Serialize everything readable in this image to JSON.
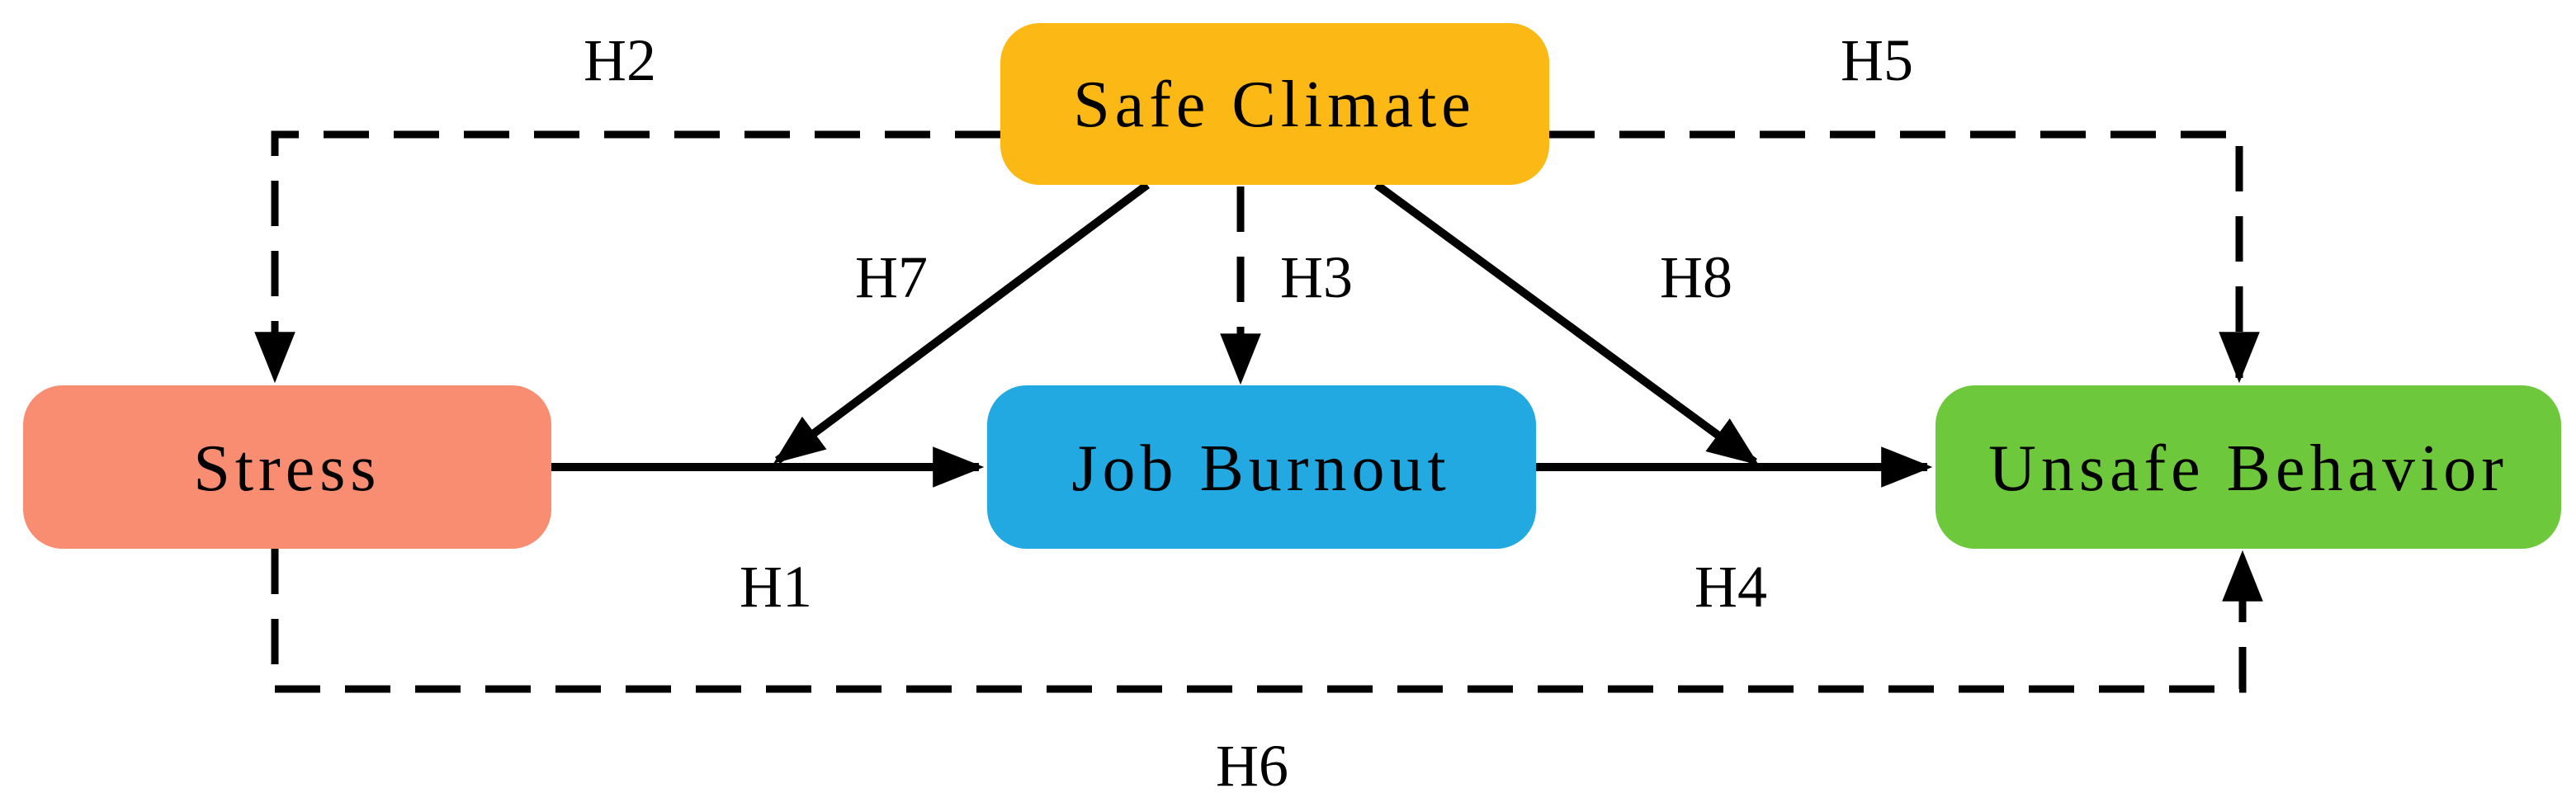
{
  "diagram": {
    "background_color": "#FFFFFF",
    "line_color": "#000000",
    "nodes": {
      "stress": {
        "label": "Stress",
        "color": "#F98D72"
      },
      "safe_climate": {
        "label": "Safe Climate",
        "color": "#FCB815"
      },
      "job_burnout": {
        "label": "Job Burnout",
        "color": "#22A9E2"
      },
      "unsafe_behavior": {
        "label": "Unsafe Behavior",
        "color": "#6EC83C"
      }
    },
    "labels": {
      "h1": "H1",
      "h2": "H2",
      "h3": "H3",
      "h4": "H4",
      "h5": "H5",
      "h6": "H6",
      "h7": "H7",
      "h8": "H8"
    },
    "edges": [
      {
        "label": "H1",
        "from": "Stress",
        "to": "Job Burnout",
        "style": "solid"
      },
      {
        "label": "H2",
        "from": "Safe Climate",
        "to": "Stress",
        "style": "dashed"
      },
      {
        "label": "H3",
        "from": "Safe Climate",
        "to": "Job Burnout",
        "style": "dashed"
      },
      {
        "label": "H4",
        "from": "Job Burnout",
        "to": "Unsafe Behavior",
        "style": "solid"
      },
      {
        "label": "H5",
        "from": "Safe Climate",
        "to": "Unsafe Behavior",
        "style": "dashed"
      },
      {
        "label": "H6",
        "from": "Stress",
        "to": "Unsafe Behavior",
        "style": "dashed"
      },
      {
        "label": "H7",
        "from": "Safe Climate",
        "to": "Stress-JobBurnout-path",
        "style": "solid"
      },
      {
        "label": "H8",
        "from": "Safe Climate",
        "to": "JobBurnout-UnsafeBehavior-path",
        "style": "solid"
      }
    ]
  }
}
